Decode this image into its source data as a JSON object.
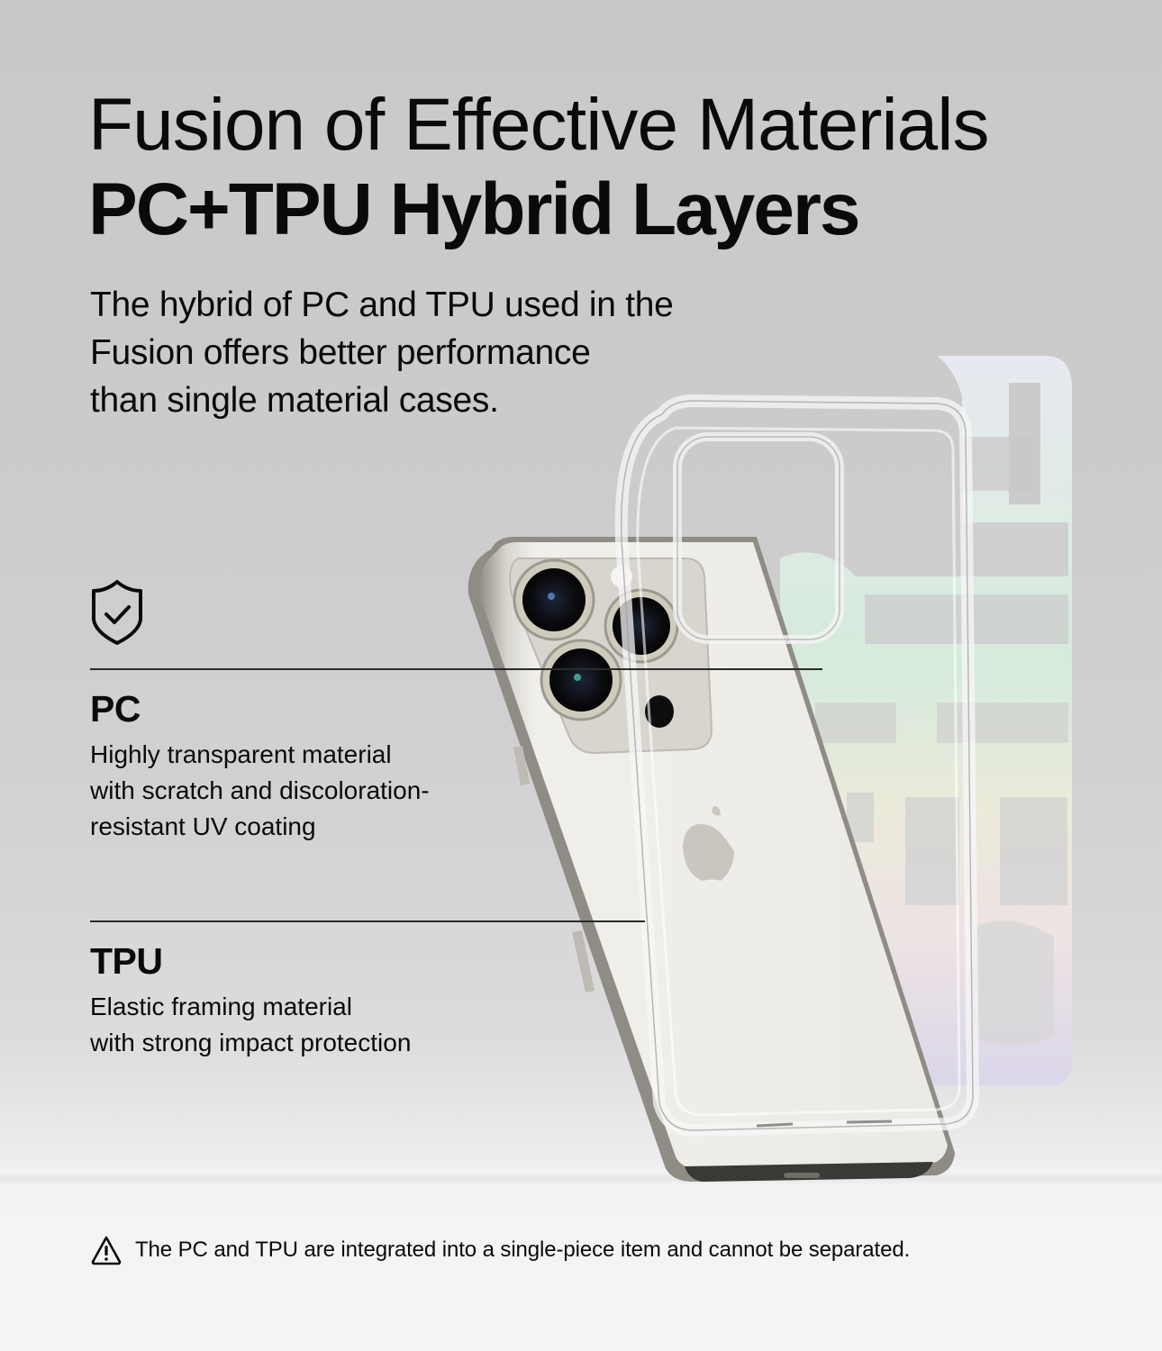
{
  "headline": {
    "line1": "Fusion of Effective Materials",
    "line2": "PC+TPU Hybrid Layers"
  },
  "intro": {
    "lines": [
      "The hybrid of PC and TPU used in the",
      "Fusion offers better performance",
      "than single material cases."
    ]
  },
  "features": [
    {
      "icon": "shield-check-icon",
      "title": "PC",
      "lines": [
        "Highly transparent material",
        "with scratch and discoloration-",
        "resistant UV coating"
      ]
    },
    {
      "title": "TPU",
      "lines": [
        "Elastic framing material",
        "with strong impact protection"
      ]
    }
  ],
  "notice": {
    "icon": "warning-triangle-icon",
    "text": "The PC and TPU are integrated into a single-piece item and cannot be separated."
  },
  "product": {
    "phone_color": "#e6e4de",
    "frame_color": "#a9a79f",
    "panel_tints": [
      "#eceef8",
      "#d5f0de",
      "#f1efdc",
      "#f1e4e6",
      "#ddd8ec"
    ],
    "background_top": "#c9c9c9",
    "background_floor": "#f4f4f4"
  }
}
